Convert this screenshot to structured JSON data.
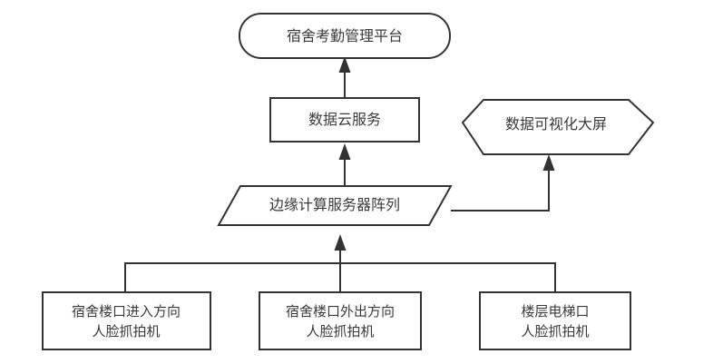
{
  "diagram": {
    "type": "flowchart",
    "direction": "bottom-up",
    "background_color": "#ffffff",
    "stroke_color": "#333333",
    "text_color": "#3a3a3a",
    "nodes": [
      {
        "id": "platform",
        "shape": "stadium",
        "label": "宿舍考勤管理平台"
      },
      {
        "id": "cloud-service",
        "shape": "rectangle",
        "label": "数据云服务"
      },
      {
        "id": "visual-screen",
        "shape": "hexagon",
        "label": "数据可视化大屏"
      },
      {
        "id": "edge-servers",
        "shape": "parallelogram",
        "label": "边缘计算服务器阵列"
      },
      {
        "id": "camera-entry",
        "shape": "rectangle",
        "line1": "宿舍楼口进入方向",
        "line2": "人脸抓拍机"
      },
      {
        "id": "camera-exit",
        "shape": "rectangle",
        "line1": "宿舍楼口外出方向",
        "line2": "人脸抓拍机"
      },
      {
        "id": "camera-elevator",
        "shape": "rectangle",
        "line1": "楼层电梯口",
        "line2": "人脸抓拍机"
      }
    ],
    "edges": [
      {
        "from": "cloud-service",
        "to": "platform",
        "arrow": "up"
      },
      {
        "from": "edge-servers",
        "to": "cloud-service",
        "arrow": "up"
      },
      {
        "from": "edge-servers",
        "to": "visual-screen",
        "arrow": "up"
      },
      {
        "from": "camera-entry",
        "to": "edge-servers",
        "arrow": "up"
      },
      {
        "from": "camera-exit",
        "to": "edge-servers",
        "arrow": "up"
      },
      {
        "from": "camera-elevator",
        "to": "edge-servers",
        "arrow": "up"
      }
    ]
  }
}
